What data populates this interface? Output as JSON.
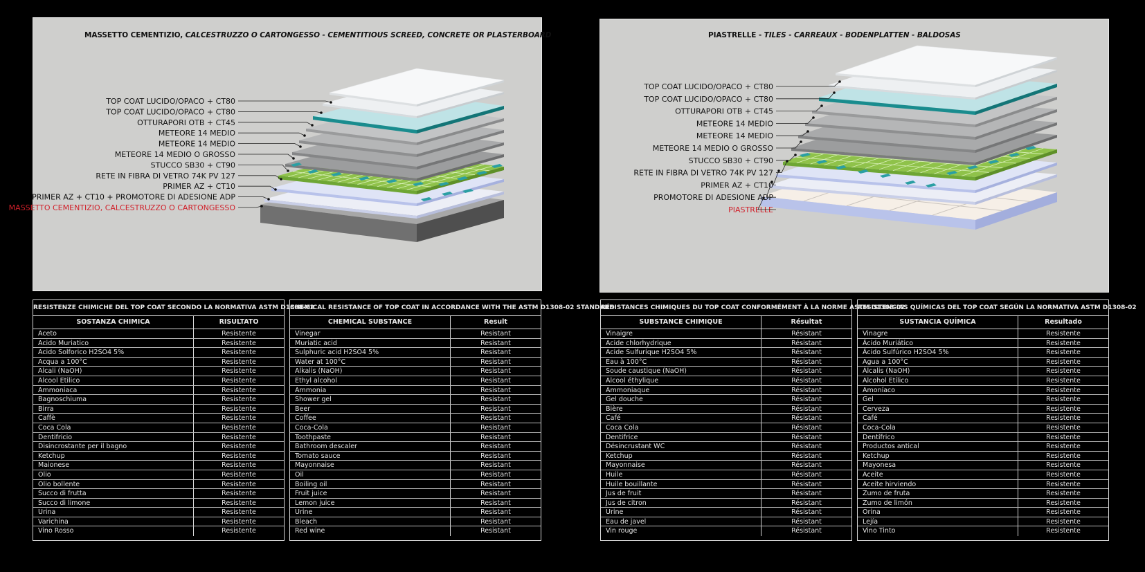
{
  "left_panel": {
    "title_bold": "MASSETTO CEMENTIZIO, ",
    "title_italic": "CALCESTRUZZO O CARTONGESSO - CEMENTITIOUS SCREED, CONCRETE OR PLASTERBOARD",
    "layers": [
      "TOP COAT LUCIDO/OPACO + CT80",
      "TOP COAT LUCIDO/OPACO + CT80",
      "OTTURAPORI OTB + CT45",
      "METEORE 14 MEDIO",
      "METEORE 14 MEDIO",
      "METEORE 14 MEDIO O GROSSO",
      "STUCCO SB30 + CT90",
      "RETE IN FIBRA DI VETRO 74K PV 127",
      "PRIMER AZ + CT10",
      "PRIMER AZ + CT10 + PROMOTORE DI ADESIONE ADP",
      "MASSETTO CEMENTIZIO, CALCESTRUZZO O CARTONGESSO"
    ]
  },
  "right_panel": {
    "title_bold": "PIASTRELLE - ",
    "title_italic": "TILES - CARREAUX - BODENPLATTEN - BALDOSAS",
    "layers": [
      "TOP COAT LUCIDO/OPACO + CT80",
      "TOP COAT LUCIDO/OPACO + CT80",
      "OTTURAPORI OTB + CT45",
      "METEORE 14 MEDIO",
      "METEORE 14 MEDIO",
      "METEORE 14 MEDIO O GROSSO",
      "STUCCO SB30 + CT90",
      "RETE IN FIBRA DI VETRO 74K PV 127",
      "PRIMER AZ + CT10",
      "PROMOTORE DI ADESIONE ADP",
      "PIASTRELLE"
    ]
  },
  "colors": {
    "panel_bg": "#cfcfcd",
    "highlight_red": "#d0202a",
    "teal": "#1a8f91",
    "green": "#8dc43f",
    "lavender": "#b9c3ea"
  },
  "tables": [
    {
      "caption": "RESISTENZE CHIMICHE DEL TOP COAT SECONDO LA NORMATIVA ASTM D1308-02",
      "col1": "SOSTANZA CHIMICA",
      "col2": "RISULTATO",
      "rows": [
        [
          "Aceto",
          "Resistente"
        ],
        [
          "Acido Muriatico",
          "Resistente"
        ],
        [
          "Acido Solforico H2SO4 5%",
          "Resistente"
        ],
        [
          "Acqua a 100°C",
          "Resistente"
        ],
        [
          "Alcali (NaOH)",
          "Resistente"
        ],
        [
          "Alcool Etilico",
          "Resistente"
        ],
        [
          "Ammoniaca",
          "Resistente"
        ],
        [
          "Bagnoschiuma",
          "Resistente"
        ],
        [
          "Birra",
          "Resistente"
        ],
        [
          "Caffè",
          "Resistente"
        ],
        [
          "Coca Cola",
          "Resistente"
        ],
        [
          "Dentifricio",
          "Resistente"
        ],
        [
          "Disincrostante per il bagno",
          "Resistente"
        ],
        [
          "Ketchup",
          "Resistente"
        ],
        [
          "Maionese",
          "Resistente"
        ],
        [
          "Olio",
          "Resistente"
        ],
        [
          "Olio bollente",
          "Resistente"
        ],
        [
          "Succo di frutta",
          "Resistente"
        ],
        [
          "Succo di limone",
          "Resistente"
        ],
        [
          "Urina",
          "Resistente"
        ],
        [
          "Varichina",
          "Resistente"
        ],
        [
          "Vino Rosso",
          "Resistente"
        ]
      ]
    },
    {
      "caption": "CHEMICAL RESISTANCE OF TOP COAT IN ACCORDANCE WITH THE ASTM D1308-02 STANDARD",
      "col1": "CHEMICAL SUBSTANCE",
      "col2": "Result",
      "rows": [
        [
          "Vinegar",
          "Resistant"
        ],
        [
          "Muriatic acid",
          "Resistant"
        ],
        [
          "Sulphuric acid H2SO4 5%",
          "Resistant"
        ],
        [
          "Water at 100°C",
          "Resistant"
        ],
        [
          "Alkalis (NaOH)",
          "Resistant"
        ],
        [
          "Ethyl alcohol",
          "Resistant"
        ],
        [
          "Ammonia",
          "Resistant"
        ],
        [
          "Shower gel",
          "Resistant"
        ],
        [
          "Beer",
          "Resistant"
        ],
        [
          "Coffee",
          "Resistant"
        ],
        [
          "Coca-Cola",
          "Resistant"
        ],
        [
          "Toothpaste",
          "Resistant"
        ],
        [
          "Bathroom descaler",
          "Resistant"
        ],
        [
          "Tomato sauce",
          "Resistant"
        ],
        [
          "Mayonnaise",
          "Resistant"
        ],
        [
          "Oil",
          "Resistant"
        ],
        [
          "Boiling oil",
          "Resistant"
        ],
        [
          "Fruit juice",
          "Resistant"
        ],
        [
          "Lemon juice",
          "Resistant"
        ],
        [
          "Urine",
          "Resistant"
        ],
        [
          "Bleach",
          "Resistant"
        ],
        [
          "Red wine",
          "Resistant"
        ]
      ]
    },
    {
      "caption": "RÉSISTANCES CHIMIQUES DU TOP COAT CONFORMÉMENT À LA NORME ASTM D1308-02",
      "col1": "SUBSTANCE CHIMIQUE",
      "col2": "Résultat",
      "rows": [
        [
          "Vinaigre",
          "Résistant"
        ],
        [
          "Acide chlorhydrique",
          "Résistant"
        ],
        [
          "Acide Sulfurique H2SO4 5%",
          "Résistant"
        ],
        [
          "Eau à 100°C",
          "Résistant"
        ],
        [
          "Soude caustique (NaOH)",
          "Résistant"
        ],
        [
          "Alcool éthylique",
          "Résistant"
        ],
        [
          "Ammoniaque",
          "Résistant"
        ],
        [
          "Gel douche",
          "Résistant"
        ],
        [
          "Bière",
          "Résistant"
        ],
        [
          "Café",
          "Résistant"
        ],
        [
          "Coca Cola",
          "Résistant"
        ],
        [
          "Dentifrice",
          "Résistant"
        ],
        [
          "Désincrustant WC",
          "Résistant"
        ],
        [
          "Ketchup",
          "Résistant"
        ],
        [
          "Mayonnaise",
          "Résistant"
        ],
        [
          "Huile",
          "Résistant"
        ],
        [
          "Huile bouillante",
          "Résistant"
        ],
        [
          "Jus de fruit",
          "Résistant"
        ],
        [
          "Jus de citron",
          "Résistant"
        ],
        [
          "Urine",
          "Résistant"
        ],
        [
          "Eau de javel",
          "Résistant"
        ],
        [
          "Vin rouge",
          "Résistant"
        ]
      ]
    },
    {
      "caption": "RESISTENCIAS QUÍMICAS DEL TOP COAT SEGÚN LA NORMATIVA ASTM D1308-02",
      "col1": "SUSTANCIA QUÍMICA",
      "col2": "Resultado",
      "rows": [
        [
          "Vinagre",
          "Resistente"
        ],
        [
          "Ácido Muriático",
          "Resistente"
        ],
        [
          "Ácido Sulfúrico H2SO4 5%",
          "Resistente"
        ],
        [
          "Agua a 100°C",
          "Resistente"
        ],
        [
          "Álcalis (NaOH)",
          "Resistente"
        ],
        [
          "Alcohol Etílico",
          "Resistente"
        ],
        [
          "Amoníaco",
          "Resistente"
        ],
        [
          "Gel",
          "Resistente"
        ],
        [
          "Cerveza",
          "Resistente"
        ],
        [
          "Café",
          "Resistente"
        ],
        [
          "Coca-Cola",
          "Resistente"
        ],
        [
          "Dentífrico",
          "Resistente"
        ],
        [
          "Productos antical",
          "Resistente"
        ],
        [
          "Ketchup",
          "Resistente"
        ],
        [
          "Mayonesa",
          "Resistente"
        ],
        [
          "Aceite",
          "Resistente"
        ],
        [
          "Aceite hirviendo",
          "Resistente"
        ],
        [
          "Zumo de fruta",
          "Resistente"
        ],
        [
          "Zumo de limón",
          "Resistente"
        ],
        [
          "Orina",
          "Resistente"
        ],
        [
          "Lejía",
          "Resistente"
        ],
        [
          "Vino Tinto",
          "Resistente"
        ]
      ]
    }
  ]
}
